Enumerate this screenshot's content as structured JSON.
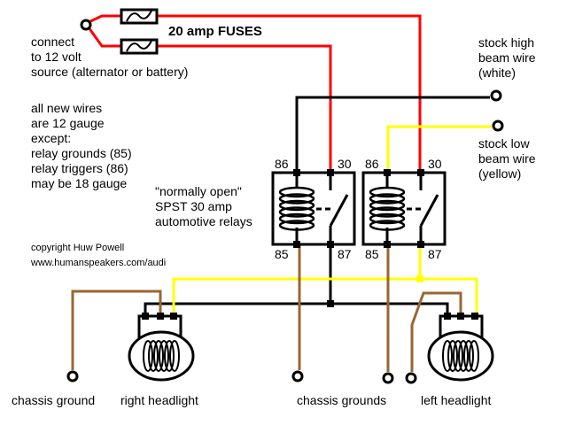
{
  "labels": {
    "fuses": "20 amp FUSES",
    "source": [
      "connect",
      "to 12 volt",
      "source (alternator or battery)"
    ],
    "wire_note": [
      "all new wires",
      "are 12 gauge",
      "except:",
      "relay grounds (85)",
      "relay triggers (86)",
      "may be 18 gauge"
    ],
    "relay_note": [
      "\"normally open\"",
      "SPST 30 amp",
      "automotive relays"
    ],
    "copyright": "copyright Huw Powell",
    "url": "www.humanspeakers.com/audi",
    "high_beam": [
      "stock high",
      "beam wire",
      "(white)"
    ],
    "low_beam": [
      "stock low",
      "beam wire",
      "(yellow)"
    ],
    "chassis_ground": "chassis ground",
    "right_headlight": "right headlight",
    "chassis_grounds": "chassis grounds",
    "left_headlight": "left headlight"
  },
  "relays": [
    {
      "pin_86": "86",
      "pin_30": "30",
      "pin_85": "85",
      "pin_87": "87"
    },
    {
      "pin_86": "86",
      "pin_30": "30",
      "pin_85": "85",
      "pin_87": "87"
    }
  ],
  "colors": {
    "power": "#ff0000",
    "high": "#000000",
    "low": "#ffff00",
    "ground": "#996633"
  }
}
